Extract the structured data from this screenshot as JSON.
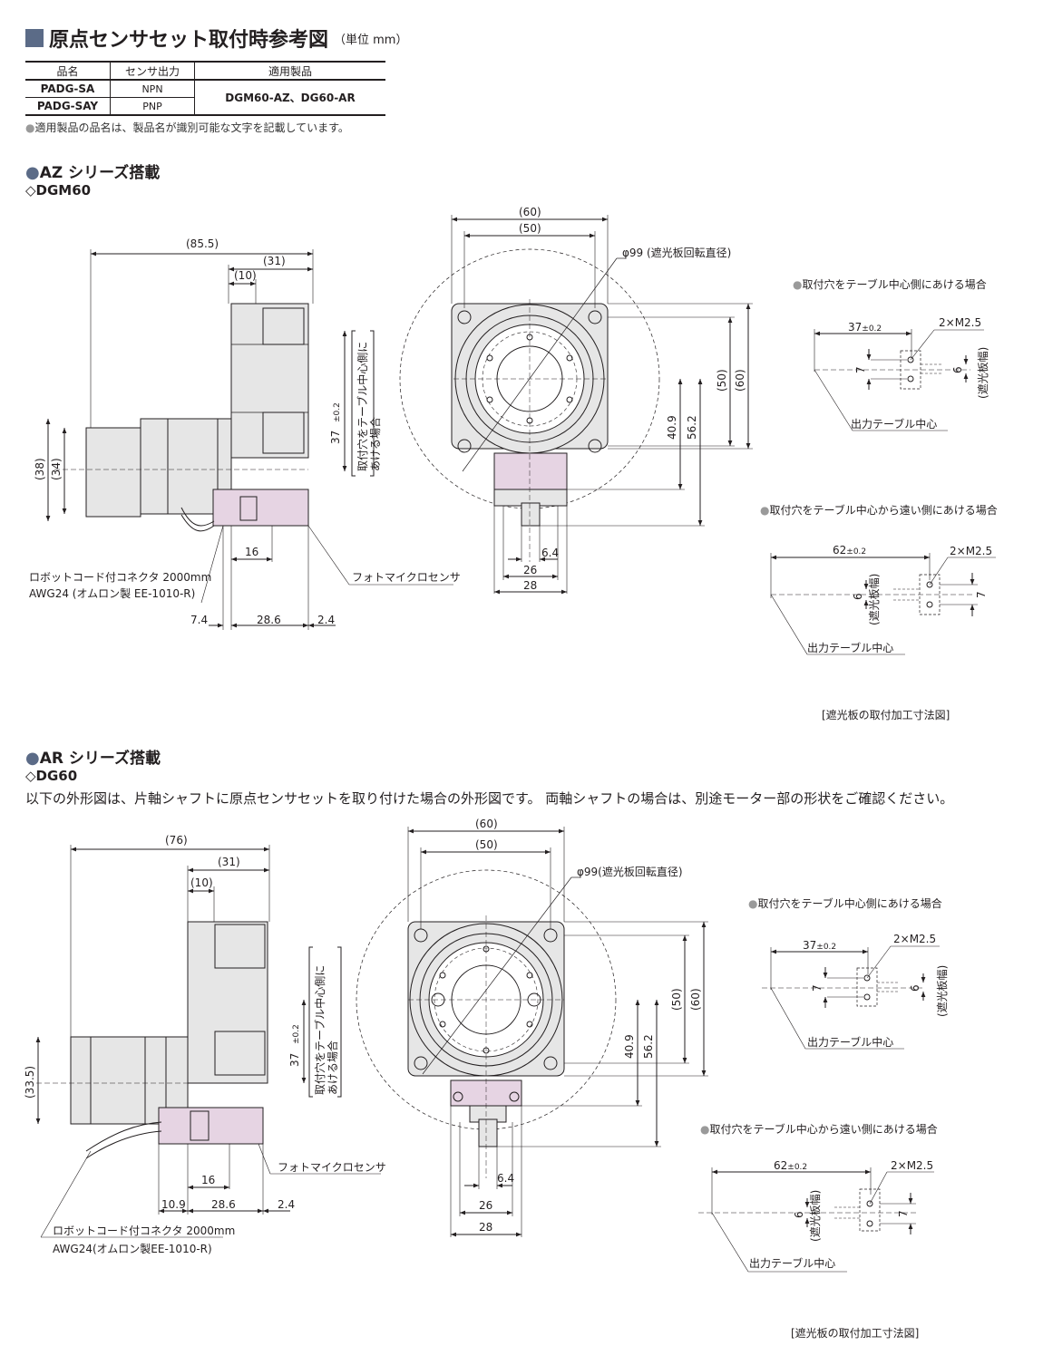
{
  "header": {
    "title": "原点センサセット取付時参考図",
    "unit": "（単位 mm）"
  },
  "spec_table": {
    "headers": [
      "品名",
      "センサ出力",
      "適用製品"
    ],
    "rows": [
      {
        "name": "PADG-SA",
        "output": "NPN"
      },
      {
        "name": "PADG-SAY",
        "output": "PNP"
      }
    ],
    "applicable": "DGM60-AZ、DG60-AR"
  },
  "note": "適用製品の品名は、製品名が識別可能な文字を記載しています。",
  "az": {
    "section": "AZ シリーズ搭載",
    "model": "◇DGM60",
    "side": {
      "d85": "(85.5)",
      "d31": "(31)",
      "d10": "(10)",
      "d38": "(38)",
      "d34": "(34)",
      "d37": "37",
      "tol": "±0.2",
      "vnote1": "取付穴をテーブル中心側に",
      "vnote2": "あける場合",
      "d16": "16",
      "d74": "7.4",
      "d286": "28.6",
      "d24": "2.4",
      "conn1": "ロボットコード付コネクタ 2000mm",
      "conn2": "AWG24 (オムロン製 EE-1010-R)",
      "sensor": "フォトマイクロセンサ"
    },
    "front": {
      "d60": "(60)",
      "d50": "(50)",
      "dia": "φ99 (遮光板回転直径)",
      "v50": "(50)",
      "v60": "(60)",
      "d409": "40.9",
      "d562": "56.2",
      "d64": "6.4",
      "d26": "26",
      "d28": "28"
    },
    "detail1": {
      "title": "取付穴をテーブル中心側にあける場合",
      "d37": "37",
      "tol": "±0.2",
      "m25": "2×M2.5",
      "d7": "7",
      "d6": "6",
      "plate": "(遮光板幅)",
      "center": "出力テーブル中心"
    },
    "detail2": {
      "title": "取付穴をテーブル中心から遠い側にあける場合",
      "d62": "62",
      "tol": "±0.2",
      "m25": "2×M2.5",
      "d6": "6",
      "d7": "7",
      "plate": "(遮光板幅)",
      "center": "出力テーブル中心"
    },
    "caption": "[遮光板の取付加工寸法図]"
  },
  "ar": {
    "section": "AR シリーズ搭載",
    "model": "◇DG60",
    "desc": "以下の外形図は、片軸シャフトに原点センサセットを取り付けた場合の外形図です。 両軸シャフトの場合は、別途モーター部の形状をご確認ください。",
    "side": {
      "d76": "(76)",
      "d31": "(31)",
      "d10": "(10)",
      "d335": "(33.5)",
      "d37": "37",
      "tol": "±0.2",
      "vnote1": "取付穴をテーブル中心側に",
      "vnote2": "あける場合",
      "d16": "16",
      "d109": "10.9",
      "d286": "28.6",
      "d24": "2.4",
      "conn1": "ロボットコード付コネクタ 2000mm",
      "conn2": "AWG24(オムロン製EE-1010-R)",
      "sensor": "フォトマイクロセンサ"
    },
    "front": {
      "d60": "(60)",
      "d50": "(50)",
      "dia": "φ99(遮光板回転直径)",
      "v50": "(50)",
      "v60": "(60)",
      "d409": "40.9",
      "d562": "56.2",
      "d64": "6.4",
      "d26": "26",
      "d28": "28"
    },
    "detail1": {
      "title": "取付穴をテーブル中心側にあける場合",
      "d37": "37",
      "tol": "±0.2",
      "m25": "2×M2.5",
      "d7": "7",
      "d6": "6",
      "plate": "(遮光板幅)",
      "center": "出力テーブル中心"
    },
    "detail2": {
      "title": "取付穴をテーブル中心から遠い側にあける場合",
      "d62": "62",
      "tol": "±0.2",
      "m25": "2×M2.5",
      "d6": "6",
      "d7": "7",
      "plate": "(遮光板幅)",
      "center": "出力テーブル中心"
    },
    "caption": "[遮光板の取付加工寸法図]"
  },
  "colors": {
    "accent": "#5b6b87",
    "sensor": "#e6d4e3",
    "body": "#e6e6e6",
    "line": "#231f20"
  }
}
